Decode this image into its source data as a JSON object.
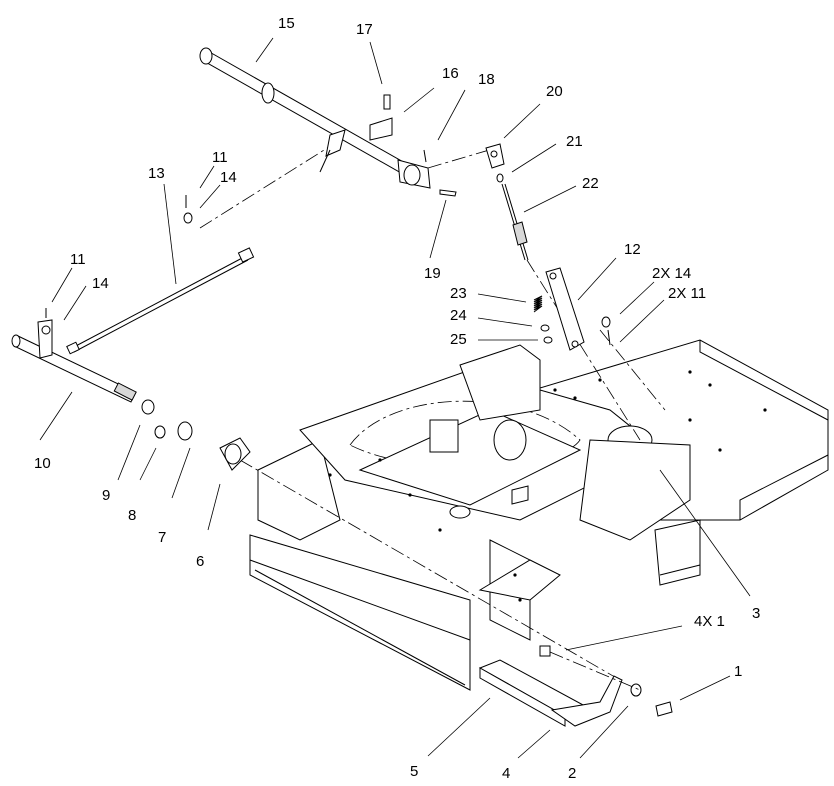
{
  "callouts": {
    "c1": "1",
    "c2": "2",
    "c3": "3",
    "c4x1": "4X 1",
    "c4": "4",
    "c5": "5",
    "c6": "6",
    "c7": "7",
    "c8": "8",
    "c9": "9",
    "c10": "10",
    "c11a": "11",
    "c11b": "11",
    "c12": "12",
    "c13": "13",
    "c14a": "14",
    "c14b": "14",
    "c15": "15",
    "c16": "16",
    "c17": "17",
    "c18": "18",
    "c19": "19",
    "c20": "20",
    "c21": "21",
    "c22": "22",
    "c23": "23",
    "c24": "24",
    "c25": "25",
    "c2x14": "2X 14",
    "c2x11": "2X 11"
  },
  "colors": {
    "ink": "#000000",
    "paper": "#ffffff",
    "shade": "#d8d8d8"
  }
}
